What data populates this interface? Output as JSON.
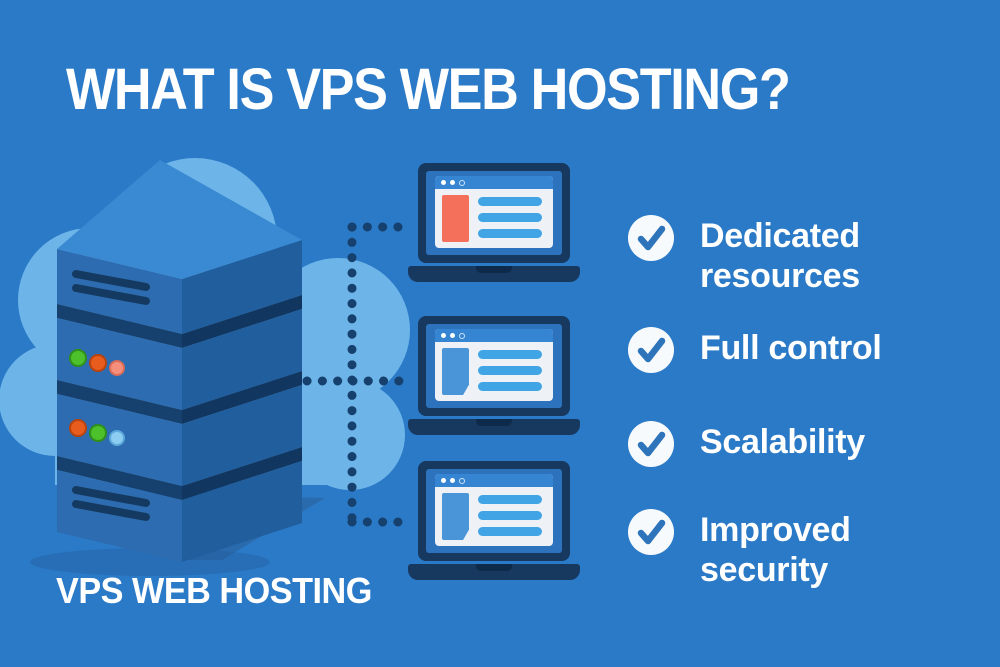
{
  "title": "WHAT IS VPS WEB HOSTING?",
  "illustration": {
    "label": "VPS WEB HOSTING",
    "server": {
      "units": 4,
      "status_dots_row1": [
        "#4cc12c",
        "#e85d1d",
        "#f58f7c"
      ],
      "status_dots_row2": [
        "#e85d1d",
        "#4cc12c",
        "#8ecdf2"
      ]
    },
    "laptops": [
      {
        "name": "laptop-top",
        "screen_block": "image-red"
      },
      {
        "name": "laptop-middle",
        "screen_block": "document-blue"
      },
      {
        "name": "laptop-bottom",
        "screen_block": "document-blue"
      }
    ]
  },
  "benefits": {
    "items": [
      {
        "label": "Dedicated resources"
      },
      {
        "label": "Full control"
      },
      {
        "label": "Scalability"
      },
      {
        "label": "Improved security"
      }
    ]
  },
  "colors": {
    "background": "#2b7ac7",
    "cloud": "#6db5e9",
    "server_top": "#3a8ad3",
    "server_front": "#2d6cb0",
    "server_side": "#215e9e",
    "dark_navy": "#16406e",
    "laptop_frame": "#18395f",
    "accent_red": "#f5705a",
    "accent_sky": "#41a4e5",
    "check_blue": "#2e74bb",
    "white": "#ffffff"
  },
  "icons": {
    "cloud": "cloud-icon",
    "server": "server-stack-icon",
    "laptop": "laptop-icon",
    "check": "check-icon",
    "connector": "dotted-connector"
  }
}
